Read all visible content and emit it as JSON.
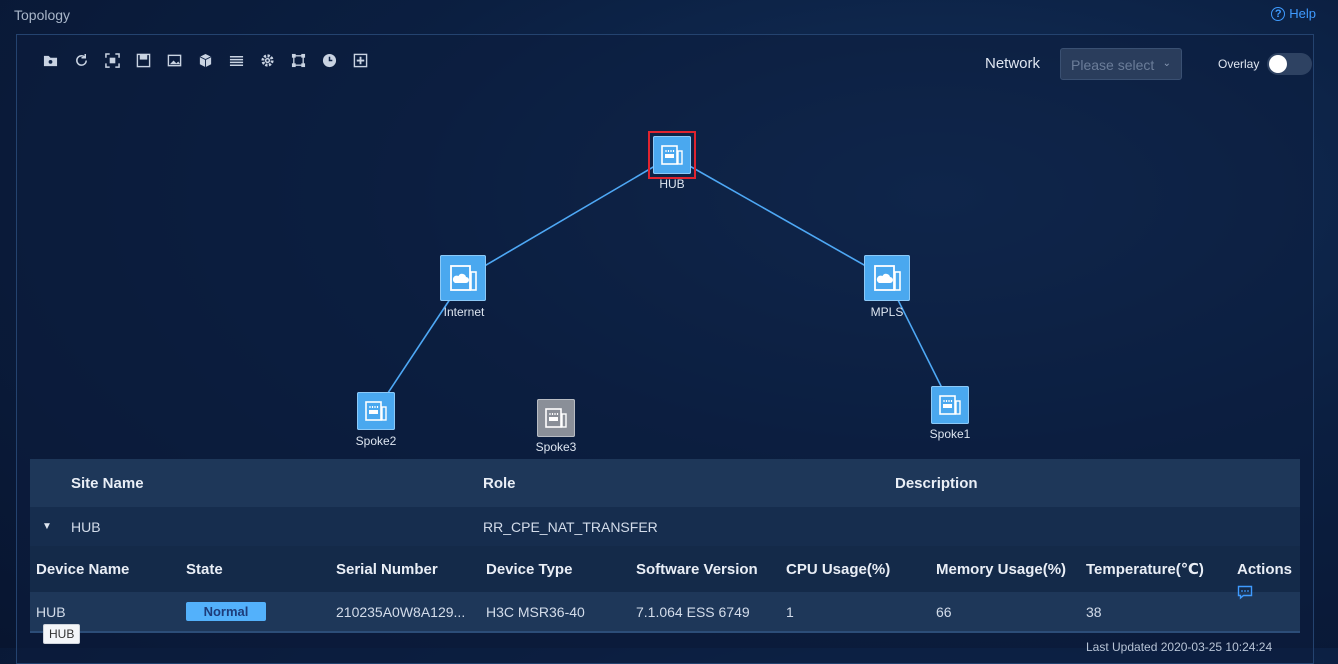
{
  "page": {
    "title": "Topology",
    "help_label": "Help"
  },
  "toolbar": {
    "icons": [
      "folder-icon",
      "refresh-icon",
      "fit-view-icon",
      "save-icon",
      "image-icon",
      "cube-icon",
      "layers-icon",
      "settings-icon",
      "select-frame-icon",
      "clock-icon",
      "layout-icon"
    ]
  },
  "network": {
    "label": "Network",
    "placeholder": "Please select"
  },
  "overlay": {
    "label": "Overlay",
    "enabled": false
  },
  "topology": {
    "nodes": [
      {
        "id": "hub",
        "label": "HUB"
      },
      {
        "id": "internet",
        "label": "Internet"
      },
      {
        "id": "mpls",
        "label": "MPLS"
      },
      {
        "id": "spoke2",
        "label": "Spoke2"
      },
      {
        "id": "spoke3",
        "label": "Spoke3"
      },
      {
        "id": "spoke1",
        "label": "Spoke1"
      }
    ]
  },
  "site_table": {
    "headers": [
      "Site Name",
      "Role",
      "Description"
    ],
    "row": {
      "name": "HUB",
      "role": "RR_CPE_NAT_TRANSFER",
      "description": ""
    }
  },
  "device_table": {
    "headers": [
      "Device Name",
      "State",
      "Serial Number",
      "Device Type",
      "Software Version",
      "CPU Usage(%)",
      "Memory Usage(%)",
      "Temperature(℃)",
      "Actions"
    ],
    "row": {
      "name": "HUB",
      "state": "Normal",
      "serial": "210235A0W8A129...",
      "type": "H3C MSR36-40",
      "version": "7.1.064 ESS 6749",
      "cpu": "1",
      "memory": "66",
      "temperature": "38"
    }
  },
  "tooltip": "HUB",
  "footer": "Last Updated 2020-03-25 10:24:24",
  "colors": {
    "accent": "#3f9bff",
    "node": "#4aa8ef",
    "offline": "#8a8f98",
    "selected": "#e0242f"
  }
}
